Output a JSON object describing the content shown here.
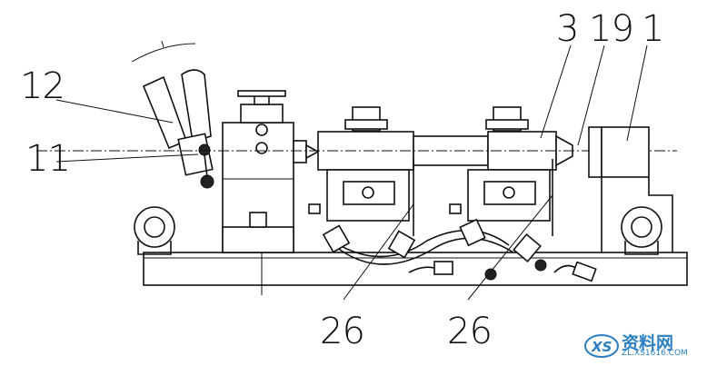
{
  "part_labels": {
    "p12": "12",
    "p11": "11",
    "p3": "3",
    "p19": "19",
    "p1": "1",
    "p26a": "26",
    "p26b": "26"
  },
  "watermark": {
    "logo_text": "XS",
    "site_name": "资料网",
    "site_url": "ZL.XS1616.COM",
    "color": "#2d7fc1"
  }
}
